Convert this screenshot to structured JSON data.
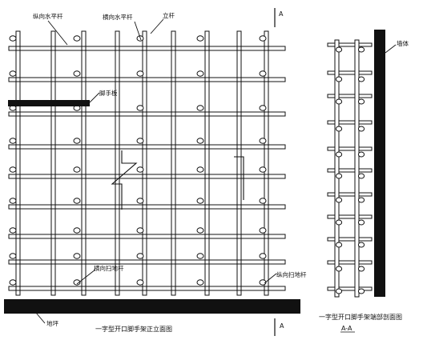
{
  "labels": {
    "longitudinal_bar": "纵向水平杆",
    "transverse_bar": "横向水平杆",
    "upright": "立杆",
    "scaffold_board": "脚手板",
    "transverse_sweep": "横向扫地杆",
    "longitudinal_sweep": "纵向扫地杆",
    "ground": "地坪",
    "wall": "墙体",
    "section_mark_top": "A",
    "section_mark_bottom": "A"
  },
  "captions": {
    "front_view": "一字型开口脚手架正立面图",
    "end_view": "一字型开口脚手架端部剖面图",
    "section_name": "A-A"
  },
  "colors": {
    "line": "#111111",
    "background": "#ffffff"
  }
}
